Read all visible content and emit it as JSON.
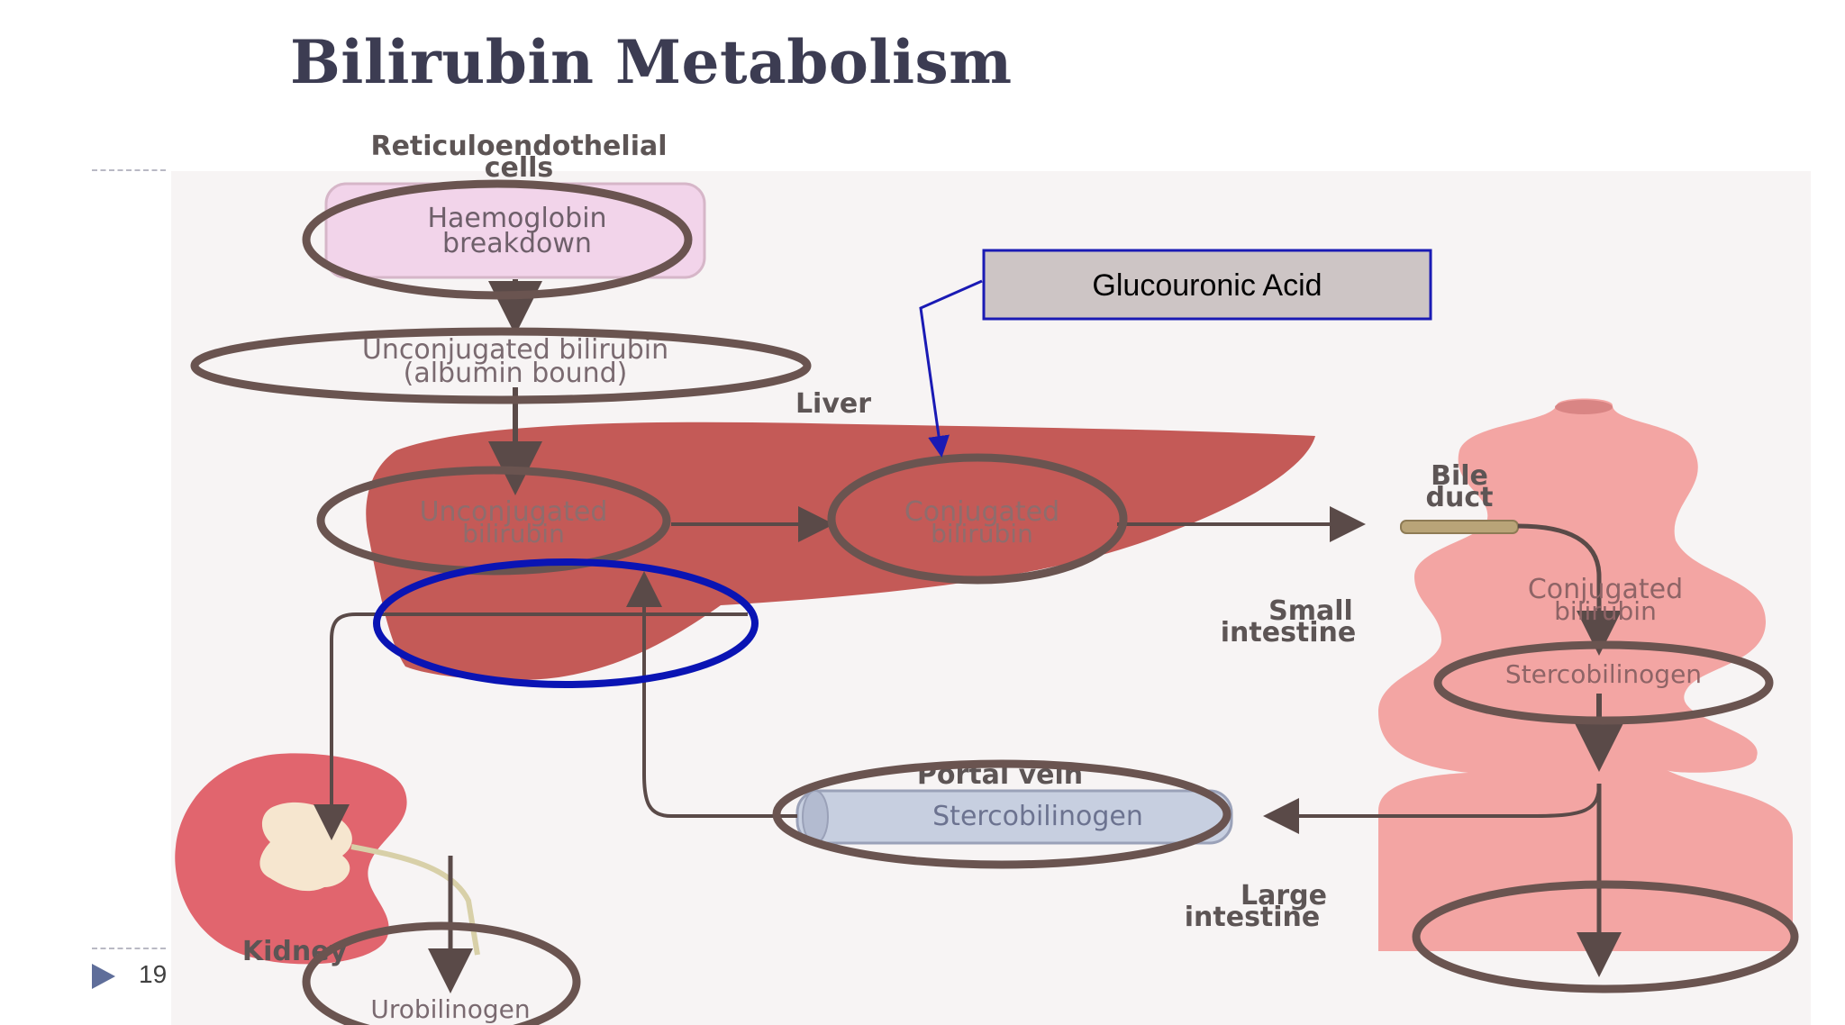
{
  "slide": {
    "title": "Bilirubin Metabolism",
    "slide_number": "19"
  },
  "diagram": {
    "header_line1": "Reticuloendothelial",
    "header_line2": "cells",
    "haemoglobin_line1": "Haemoglobin",
    "haemoglobin_line2": "breakdown",
    "unconj_albumin_line1": "Unconjugated bilirubin",
    "unconj_albumin_line2": "(albumin bound)",
    "liver": "Liver",
    "unconj_line1": "Unconjugated",
    "unconj_line2": "bilirubin",
    "conj_line1": "Conjugated",
    "conj_line2": "bilirubin",
    "bile_line1": "Bile",
    "bile_line2": "duct",
    "small_line1": "Small",
    "small_line2": "intestine",
    "intestine_conj_line1": "Conjugated",
    "intestine_conj_line2": "bilirubin",
    "intestine_sterco": "Stercobilinogen",
    "portal_vein": "Portal vein",
    "portal_sterco": "Stercobilinogen",
    "large_line1": "Large",
    "large_line2": "intestine",
    "kidney": "Kidney",
    "urobilinogen": "Urobilinogen",
    "callout": "Glucouronic Acid"
  },
  "colors": {
    "liver": "#c45a57",
    "intestine": "#f3a5a3",
    "kidney": "#e1656e",
    "cell_box": "#f2d4ea",
    "annotation_ring": "#6a5450",
    "highlight_ring": "#0a14b4",
    "callout_border": "#1a1ab4",
    "callout_fill": "#cdc5c5"
  }
}
